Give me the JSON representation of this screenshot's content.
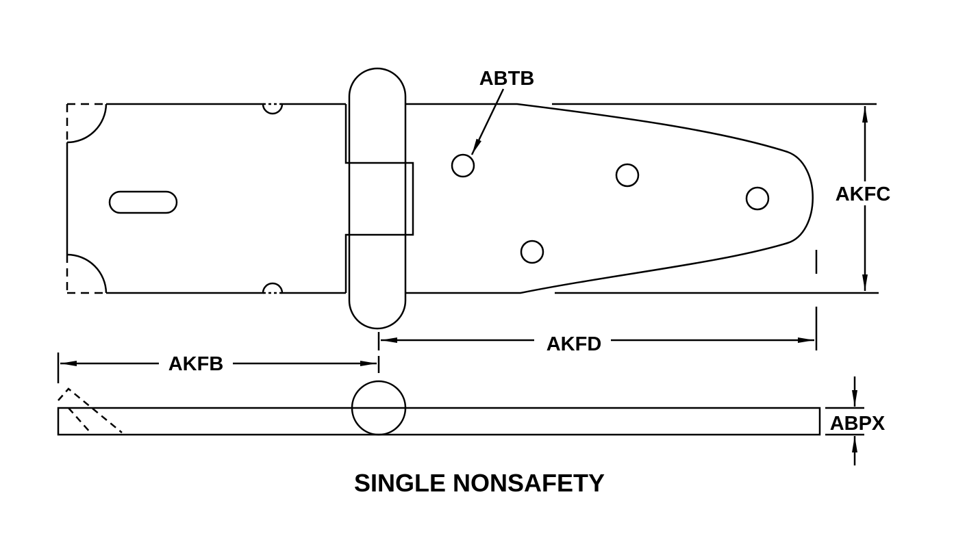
{
  "title": "SINGLE NONSAFETY",
  "labels": {
    "hole_callout": "ABTB",
    "width": "AKFC",
    "leaf_length": "AKFD",
    "hasp_length": "AKFB",
    "thickness": "ABPX"
  }
}
